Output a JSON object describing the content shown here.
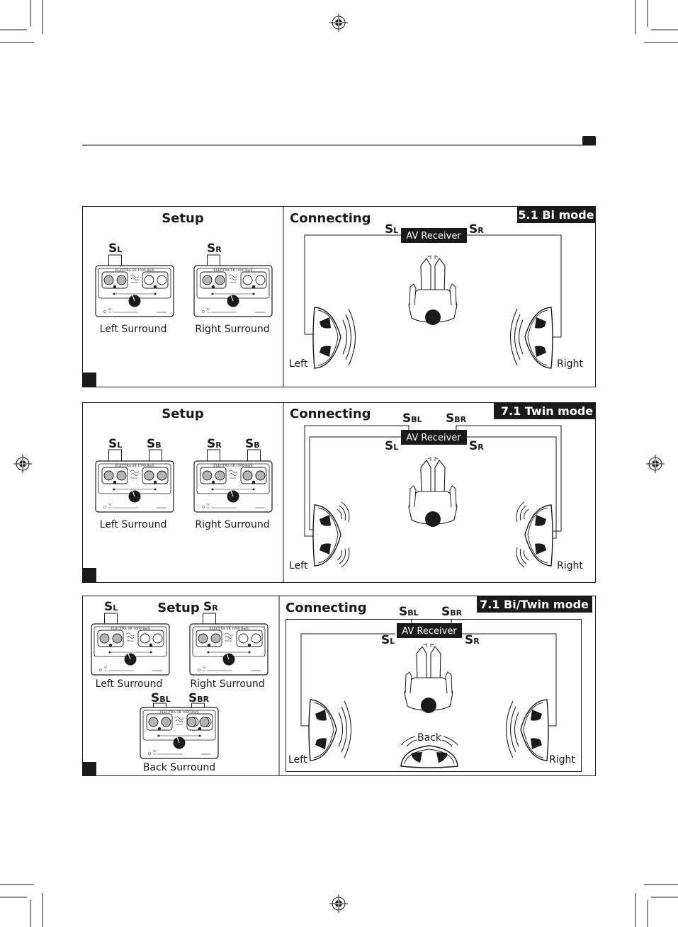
{
  "colors": {
    "ink": "#1a1a1a",
    "badge_bg": "#1a1a1a",
    "grey_terminal": "#b5b5b5"
  },
  "icons": [
    "registration-mark-icon",
    "crop-mark-icon",
    "speaker-icon",
    "listener-icon",
    "subwoofer-panel-icon"
  ],
  "panel_text": {
    "model": "ELECTRA SR 1000 Be/S",
    "brand": "FOCAL"
  },
  "panels": [
    {
      "mode": "5.1 Bi mode",
      "setup_title": "Setup",
      "connecting_title": "Connecting",
      "av_receiver": "AV Receiver",
      "room_left": "Left",
      "room_right": "Right",
      "sub_units": [
        {
          "caption": "Left Surround",
          "tags": [
            {
              "main": "S",
              "sub": "L"
            }
          ]
        },
        {
          "caption": "Right Surround",
          "tags": [
            {
              "main": "S",
              "sub": "R"
            }
          ]
        }
      ],
      "receiver_tags": [
        {
          "main": "S",
          "sub": "L"
        },
        {
          "main": "S",
          "sub": "R"
        }
      ]
    },
    {
      "mode": "7.1 Twin mode",
      "setup_title": "Setup",
      "connecting_title": "Connecting",
      "av_receiver": "AV Receiver",
      "room_left": "Left",
      "room_right": "Right",
      "sub_units": [
        {
          "caption": "Left Surround",
          "tags": [
            {
              "main": "S",
              "sub": "L"
            },
            {
              "main": "S",
              "sub": "B"
            }
          ]
        },
        {
          "caption": "Right Surround",
          "tags": [
            {
              "main": "S",
              "sub": "R"
            },
            {
              "main": "S",
              "sub": "B"
            }
          ]
        }
      ],
      "receiver_tags": [
        {
          "main": "S",
          "sub": "BL"
        },
        {
          "main": "S",
          "sub": "BR"
        },
        {
          "main": "S",
          "sub": "L"
        },
        {
          "main": "S",
          "sub": "R"
        }
      ]
    },
    {
      "mode": "7.1 Bi/Twin mode",
      "setup_title": "Setup",
      "connecting_title": "Connecting",
      "av_receiver": "AV Receiver",
      "room_left": "Left",
      "room_right": "Right",
      "room_back": "Back",
      "sub_units": [
        {
          "caption": "Left Surround",
          "tags": [
            {
              "main": "S",
              "sub": "L"
            }
          ]
        },
        {
          "caption": "Right Surround",
          "tags": [
            {
              "main": "S",
              "sub": "R"
            }
          ]
        },
        {
          "caption": "Back Surround",
          "tags": [
            {
              "main": "S",
              "sub": "BL"
            },
            {
              "main": "S",
              "sub": "BR"
            }
          ]
        }
      ],
      "receiver_tags": [
        {
          "main": "S",
          "sub": "BL"
        },
        {
          "main": "S",
          "sub": "BR"
        },
        {
          "main": "S",
          "sub": "L"
        },
        {
          "main": "S",
          "sub": "R"
        }
      ]
    }
  ]
}
